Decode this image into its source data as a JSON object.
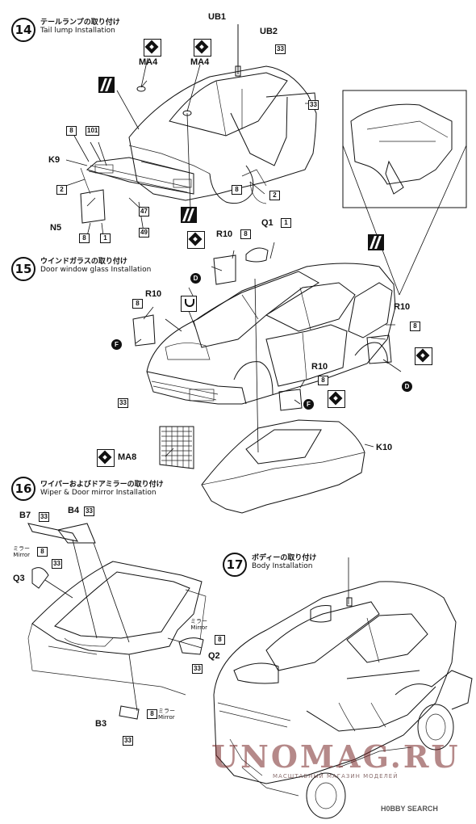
{
  "steps": [
    {
      "num": "14",
      "jp": "テールランプの取り付け",
      "en": "Tail lump Installation"
    },
    {
      "num": "15",
      "jp": "ウインドガラスの取り付け",
      "en": "Door window glass Installation"
    },
    {
      "num": "16",
      "jp": "ワイパーおよびドアミラーの取り付け",
      "en": "Wiper & Door mirror Installation"
    },
    {
      "num": "17",
      "jp": "ボディーの取り付け",
      "en": "Body Installation"
    }
  ],
  "parts": {
    "ub1": "UB1",
    "ub2": "UB2",
    "ma4a": "MA4",
    "ma4b": "MA4",
    "k9": "K9",
    "n5": "N5",
    "r10a": "R10",
    "r10b": "R10",
    "r10c": "R10",
    "r10d": "R10",
    "q1": "Q1",
    "ma8": "MA8",
    "k10": "K10",
    "b7": "B7",
    "b4": "B4",
    "q3": "Q3",
    "q2": "Q2",
    "b3": "B3"
  },
  "colors": {
    "n8": "8",
    "n101": "101",
    "n2": "2",
    "n47": "47",
    "n49": "49",
    "n1": "1",
    "n33": "33"
  },
  "mirror_labels": {
    "jp": "ミラー",
    "en": "Mirror"
  },
  "markers": {
    "d": "D",
    "f": "F"
  },
  "watermark": {
    "main": "UNOMAG.RU",
    "sub": "МАСШТАБНЫЙ МАГАЗИН МОДЕЛЕЙ"
  },
  "credit": "H0BBY SEARCH"
}
